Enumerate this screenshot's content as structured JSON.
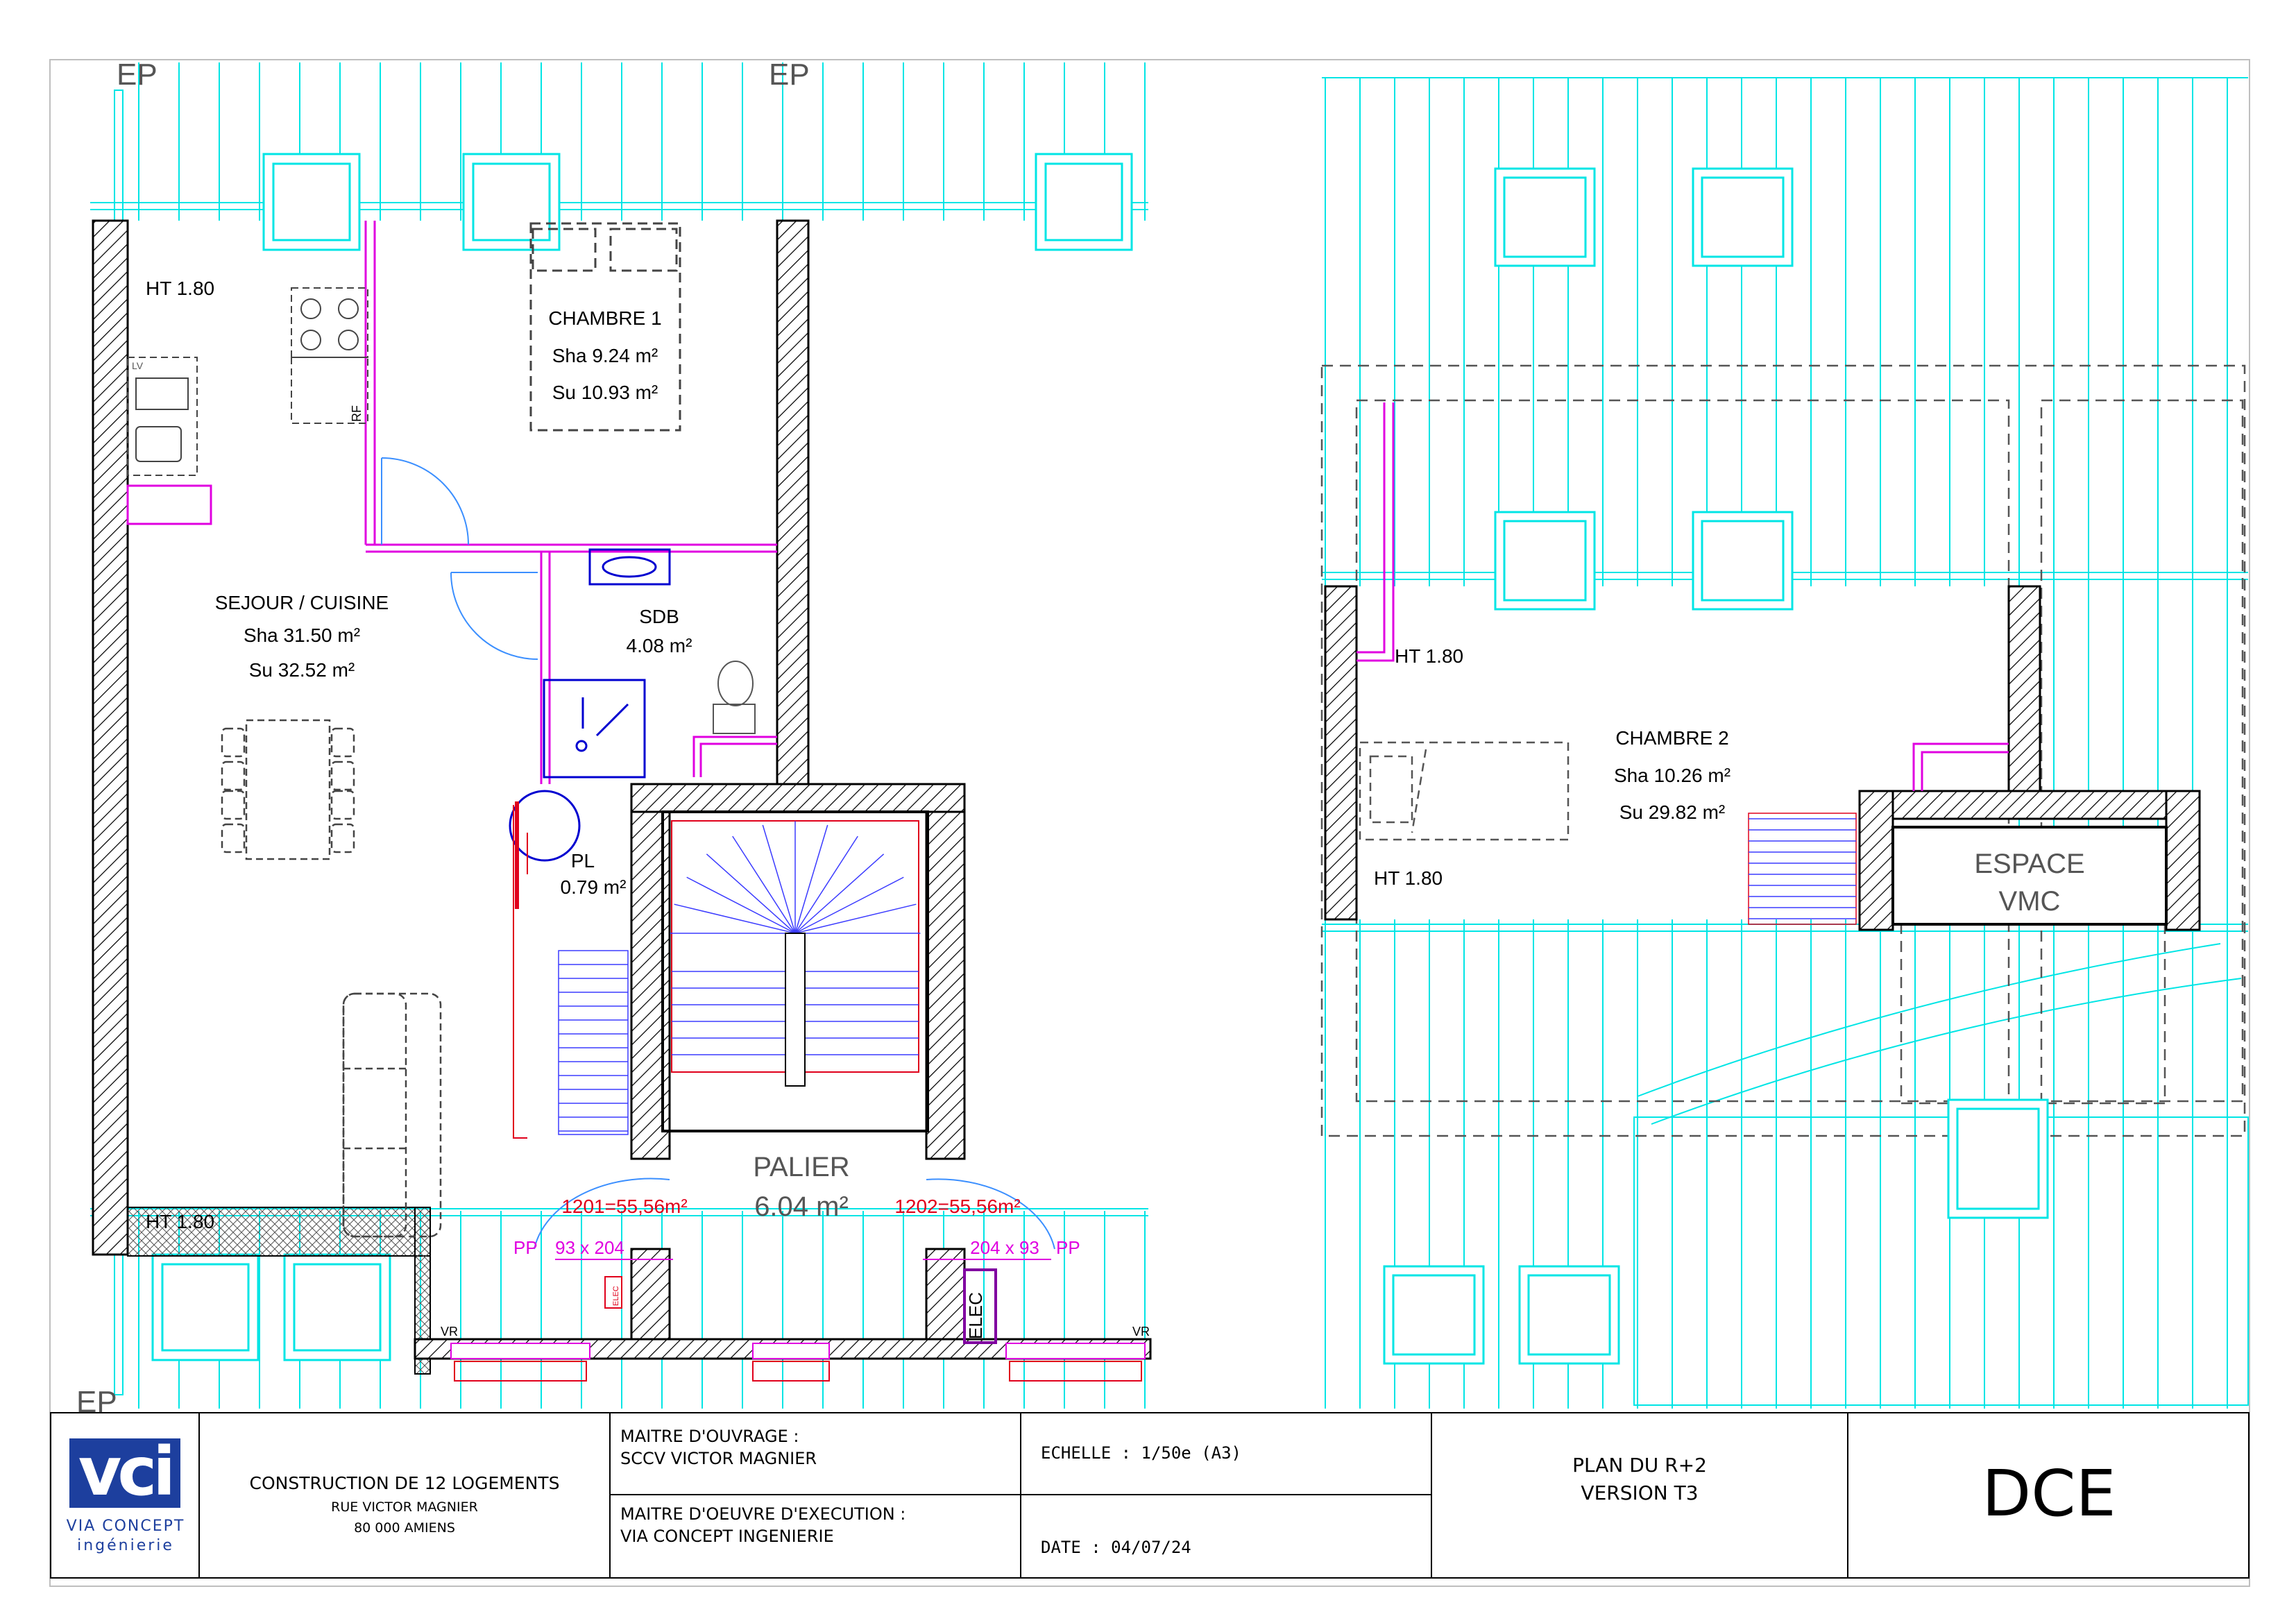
{
  "labels": {
    "ep_1": "EP",
    "ep_2": "EP",
    "ep_3": "EP",
    "ht_1": "HT 1.80",
    "ht_2": "HT 1.80",
    "ht_3": "HT 1.80",
    "ht_4": "HT 1.80",
    "rf": "RF",
    "lv": "LV",
    "vr_1": "VR",
    "vr_2": "VR",
    "elec": "ELEC",
    "elec_panel": "ELEC",
    "pp_1": "PP",
    "pp_2": "PP"
  },
  "rooms": {
    "chambre1": {
      "name": "CHAMBRE 1",
      "sha": "Sha 9.24 m²",
      "su": "Su 10.93 m²"
    },
    "sejour": {
      "name": "SEJOUR / CUISINE",
      "sha": "Sha 31.50 m²",
      "su": "Su 32.52 m²"
    },
    "sdb": {
      "name": "SDB",
      "area": "4.08 m²"
    },
    "pl": {
      "name": "PL",
      "area": "0.79 m²"
    },
    "palier": {
      "name": "PALIER",
      "area": "6.04 m²"
    },
    "chambre2": {
      "name": "CHAMBRE 2",
      "sha": "Sha 10.26 m²",
      "su": "Su 29.82 m²"
    },
    "espace_vmc": {
      "line1": "ESPACE",
      "line2": "VMC"
    }
  },
  "doors": {
    "left": {
      "ref": "1201=55,56m²",
      "size": "93 x 204"
    },
    "right": {
      "ref": "1202=55,56m²",
      "size": "204 x 93"
    }
  },
  "colors": {
    "wall": "#000000",
    "roof": "#00e5e5",
    "partition": "#e000e0",
    "stair": "#3b3bff",
    "red": "#e0001b"
  },
  "cartouche": {
    "logo_main": "vci",
    "logo_line1": "VIA CONCEPT",
    "logo_line2": "ingénierie",
    "project_title": "CONSTRUCTION DE 12 LOGEMENTS",
    "project_street": "RUE VICTOR MAGNIER",
    "project_city": "80 000 AMIENS",
    "moa_label": "MAITRE D'OUVRAGE :",
    "moa_value": "SCCV VICTOR MAGNIER",
    "moe_label": "MAITRE D'OEUVRE D'EXECUTION :",
    "moe_value": "VIA CONCEPT INGENIERIE",
    "scale": "ECHELLE : 1/50e (A3)",
    "date": "DATE : 04/07/24",
    "plan_title": "PLAN DU R+2",
    "plan_version": "VERSION T3",
    "phase": "DCE"
  }
}
